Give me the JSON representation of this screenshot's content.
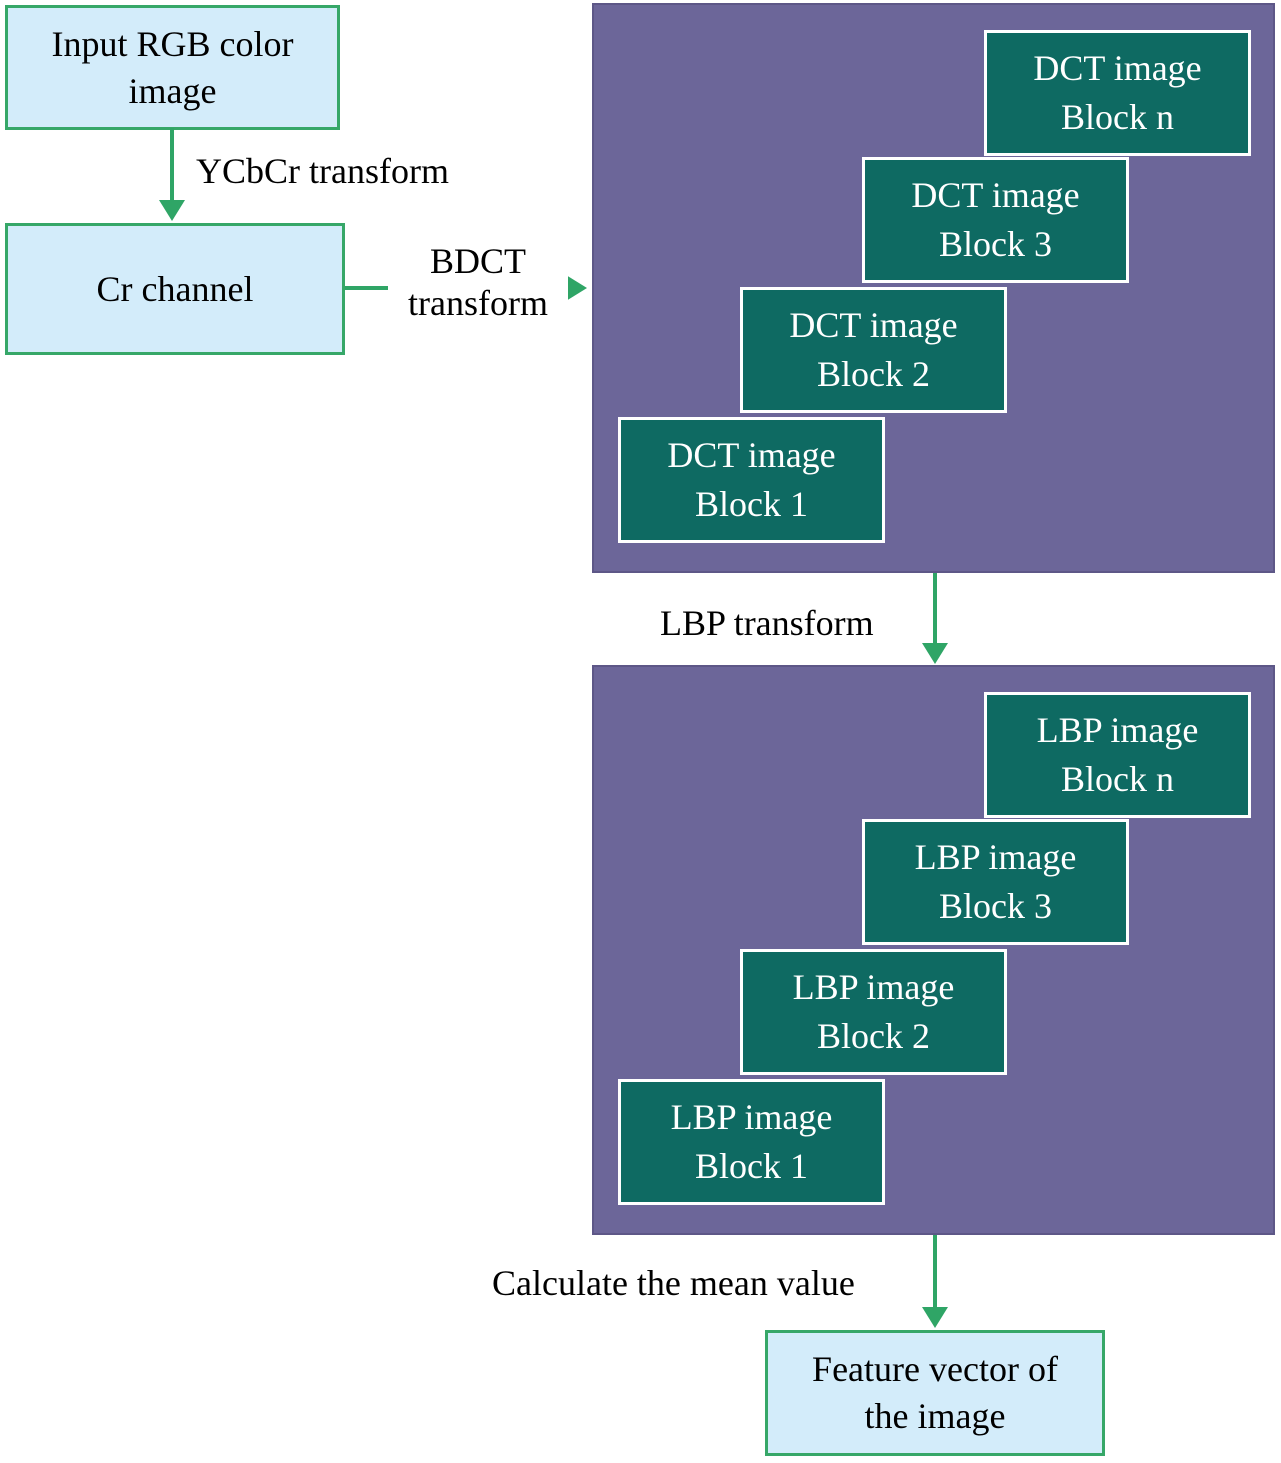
{
  "diagram": {
    "nodes": {
      "input_image": {
        "line1": "Input RGB color",
        "line2": "image"
      },
      "cr_channel": {
        "label": "Cr channel"
      },
      "feature_vector": {
        "line1": "Feature vector of",
        "line2": "the image"
      }
    },
    "edges": {
      "ycbcr": {
        "label": "YCbCr transform"
      },
      "bdct": {
        "line1": "BDCT",
        "line2": "transform"
      },
      "lbp": {
        "label": "LBP transform"
      },
      "mean": {
        "label": "Calculate the mean value"
      }
    },
    "dct_group": {
      "blocks": [
        {
          "line1": "DCT image",
          "line2": "Block 1"
        },
        {
          "line1": "DCT image",
          "line2": "Block 2"
        },
        {
          "line1": "DCT image",
          "line2": "Block 3"
        },
        {
          "line1": "DCT image",
          "line2": "Block n"
        }
      ]
    },
    "lbp_group": {
      "blocks": [
        {
          "line1": "LBP image",
          "line2": "Block 1"
        },
        {
          "line1": "LBP image",
          "line2": "Block 2"
        },
        {
          "line1": "LBP image",
          "line2": "Block 3"
        },
        {
          "line1": "LBP image",
          "line2": "Block n"
        }
      ]
    },
    "colors": {
      "node_fill": "#d3ecfa",
      "node_border": "#36a768",
      "panel_fill": "#6c6699",
      "block_fill": "#0e6a62",
      "block_border": "#ffffff",
      "arrow": "#2fa566",
      "text_dark": "#000000",
      "text_light": "#ffffff"
    }
  }
}
